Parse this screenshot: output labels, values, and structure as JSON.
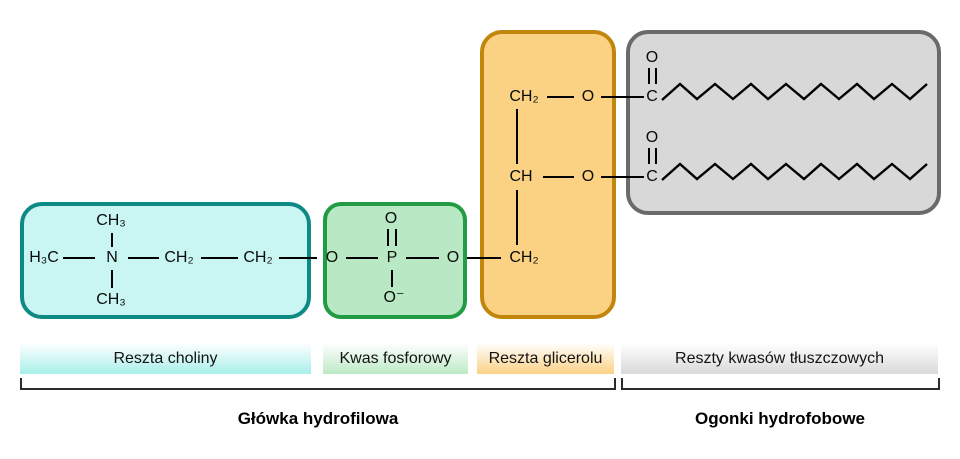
{
  "diagram": {
    "boxes": {
      "choline": {
        "fill": "#c9f5f2",
        "border": "#0d8a84",
        "atoms": {
          "ch3_top": "CH₃",
          "h3c": "H₃C",
          "n": "N",
          "ch2_1": "CH₂",
          "ch2_2": "CH₂",
          "ch3_bottom": "CH₃"
        }
      },
      "phosphate": {
        "fill": "#b9e9c4",
        "border": "#229b45",
        "atoms": {
          "o_double": "O",
          "o_left": "O",
          "p": "P",
          "o_right": "O",
          "o_minus": "O⁻"
        }
      },
      "glycerol": {
        "fill": "#fbd283",
        "border": "#c1860b",
        "atoms": {
          "ch2_top": "CH₂",
          "o_top": "O",
          "ch_mid": "CH",
          "o_mid": "O",
          "ch2_bottom": "CH₂"
        }
      },
      "fatty_acids": {
        "fill": "#d8d8d8",
        "border": "#6a6a6a",
        "atoms": {
          "o1": "O",
          "c1": "C",
          "o2": "O",
          "c2": "C"
        }
      }
    },
    "bands": [
      {
        "label": "Reszta choliny",
        "color": "#a8efe9"
      },
      {
        "label": "Kwas fosforowy",
        "color": "#bce9c5"
      },
      {
        "label": "Reszta glicerolu",
        "color": "#fbd184"
      },
      {
        "label": "Reszty kwasów tłuszczowych",
        "color": "#d9d9d9"
      }
    ],
    "group_labels": {
      "hydrophilic": "Główka hydrofilowa",
      "hydrophobic": "Ogonki hydrofobowe"
    }
  }
}
